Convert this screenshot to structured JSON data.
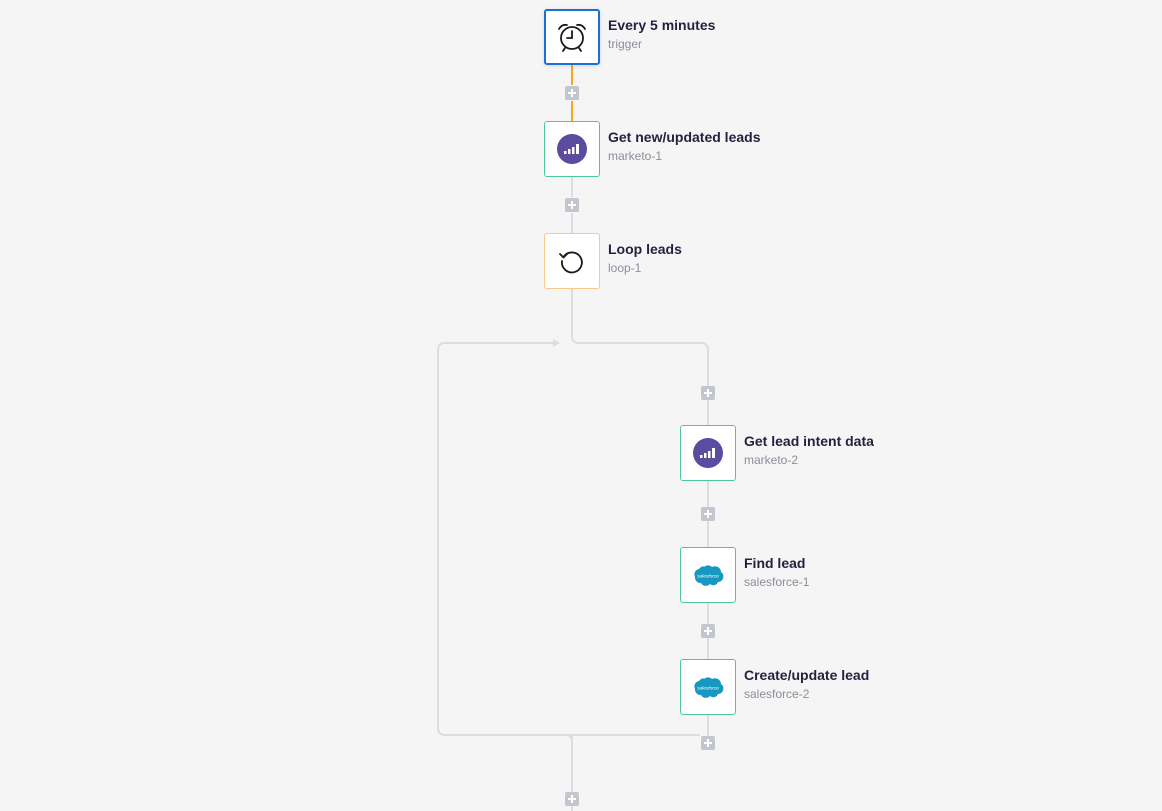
{
  "colors": {
    "trigger_border": "#1c6fd6",
    "action_border": "#4cc6a0",
    "loop_border": "#f7c98a",
    "active_wire": "#f5a623",
    "wire": "#dcdde1",
    "add_button": "#c3c5cf",
    "marketo": "#5c4c9f",
    "salesforce": "#1798c1"
  },
  "steps": [
    {
      "title": "Every 5 minutes",
      "subtitle": "trigger",
      "icon": "alarm-clock-icon"
    },
    {
      "title": "Get new/updated leads",
      "subtitle": "marketo-1",
      "icon": "marketo-icon"
    },
    {
      "title": "Loop leads",
      "subtitle": "loop-1",
      "icon": "loop-icon"
    },
    {
      "title": "Get lead intent data",
      "subtitle": "marketo-2",
      "icon": "marketo-icon"
    },
    {
      "title": "Find lead",
      "subtitle": "salesforce-1",
      "icon": "salesforce-icon"
    },
    {
      "title": "Create/update lead",
      "subtitle": "salesforce-2",
      "icon": "salesforce-icon"
    }
  ],
  "salesforce_logo_text": "salesforce"
}
